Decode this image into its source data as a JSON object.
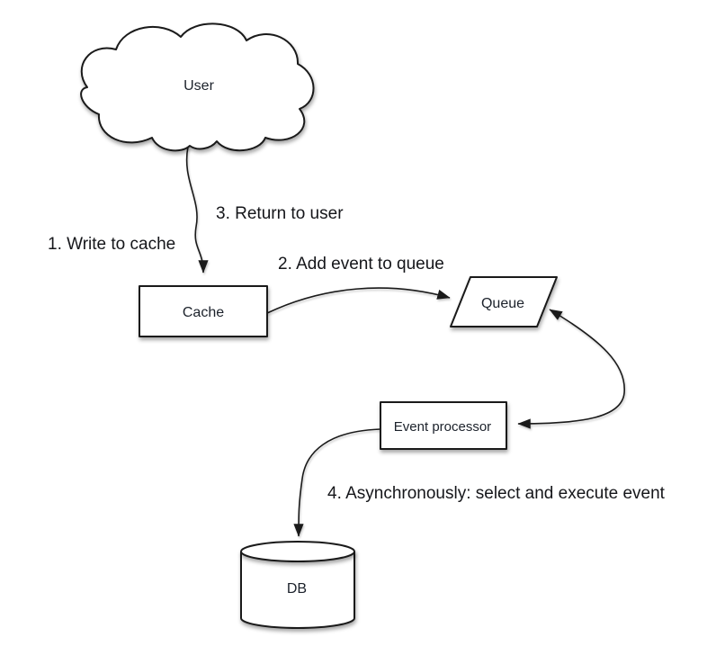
{
  "colors": {
    "background": "#ffffff",
    "shape_fill": "#ffffff",
    "stroke": "#1a1a1a",
    "text": "#1a1a1a"
  },
  "nodes": [
    {
      "id": "user",
      "shape": "cloud",
      "label": "User"
    },
    {
      "id": "cache",
      "shape": "rectangle",
      "label": "Cache"
    },
    {
      "id": "queue",
      "shape": "parallelogram",
      "label": "Queue"
    },
    {
      "id": "event_processor",
      "shape": "rectangle",
      "label": "Event processor"
    },
    {
      "id": "db",
      "shape": "cylinder",
      "label": "DB"
    }
  ],
  "edges": [
    {
      "id": "user_to_cache",
      "from": "User",
      "to": "Cache",
      "arrowheads": "at Cache"
    },
    {
      "id": "cache_to_queue",
      "from": "Cache",
      "to": "Queue",
      "arrowheads": "at Queue"
    },
    {
      "id": "queue_event_processor",
      "from": "Queue",
      "to": "Event processor",
      "arrowheads": "both ends"
    },
    {
      "id": "event_processor_to_db",
      "from": "Event processor",
      "to": "DB",
      "arrowheads": "at DB"
    }
  ],
  "step_labels": [
    {
      "id": "step1",
      "text": "1. Write to cache"
    },
    {
      "id": "step2",
      "text": "2. Add event to queue"
    },
    {
      "id": "step3",
      "text": "3. Return to user"
    },
    {
      "id": "step4",
      "text": "4. Asynchronously: select and execute event"
    }
  ]
}
